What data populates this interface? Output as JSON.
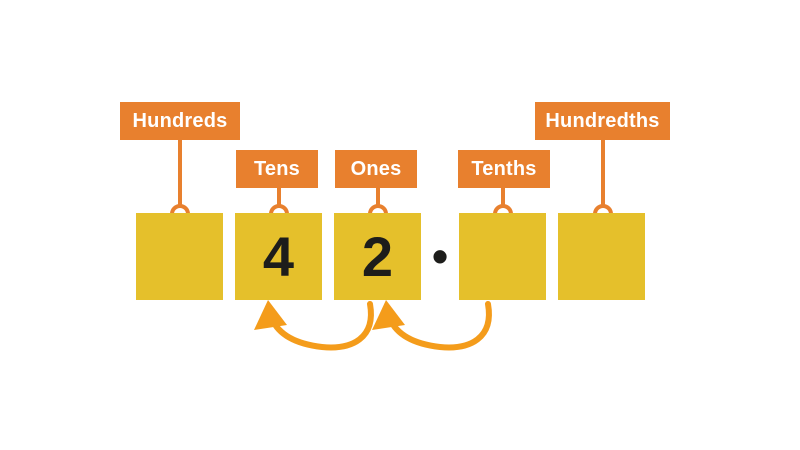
{
  "diagram": {
    "title_hint": "place value columns",
    "decimal_separator": "•",
    "columns": [
      {
        "id": "hundreds",
        "label": "Hundreds",
        "digit": ""
      },
      {
        "id": "tens",
        "label": "Tens",
        "digit": "4"
      },
      {
        "id": "ones",
        "label": "Ones",
        "digit": "2"
      },
      {
        "id": "tenths",
        "label": "Tenths",
        "digit": ""
      },
      {
        "id": "hundredths",
        "label": "Hundredths",
        "digit": ""
      }
    ],
    "arrows": [
      {
        "from": "ones",
        "to": "tens"
      },
      {
        "from": "tenths",
        "to": "ones"
      }
    ]
  },
  "colors": {
    "label_box_orange": "#E8802E",
    "label_text": "#FFFFFF",
    "square_yellow": "#E5C02B",
    "digit_black": "#1D1D1B",
    "arrow_orange": "#F49C1B",
    "background": "#FFFFFF"
  }
}
